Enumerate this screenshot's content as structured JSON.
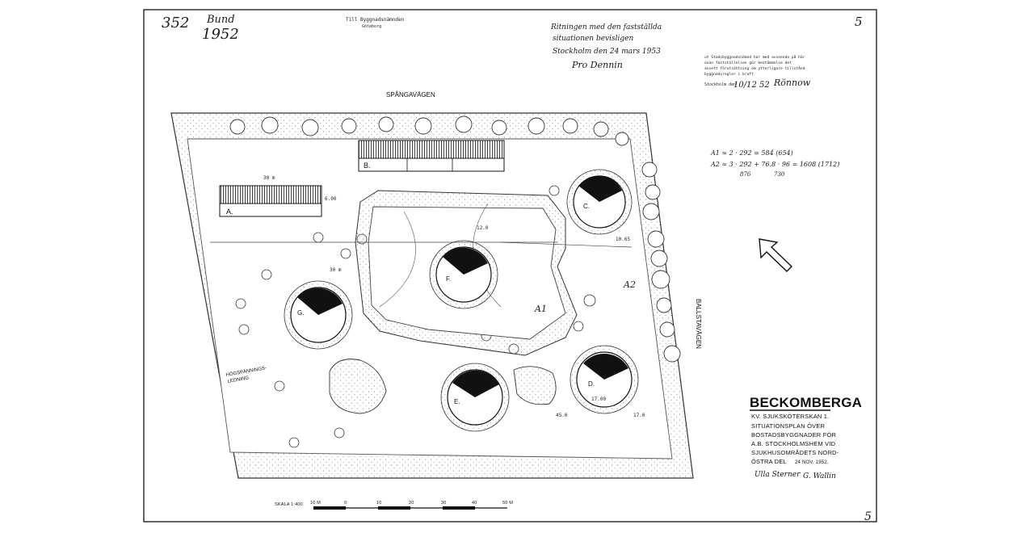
{
  "sheet": {
    "corner_number": "352",
    "corner_note": "Bund",
    "corner_year": "1952",
    "page_number": "5",
    "bottom_corner_mark": "5",
    "stamp_top": "Till Byggnadsnämnden",
    "stamp_city": "Göteborg"
  },
  "approval": {
    "line1": "Ritningen med den fastställda",
    "line2": "situationen bevisligen",
    "line3": "Stockholm den 24 mars 1953",
    "signature": "Pro Dennin"
  },
  "stamp_right": {
    "line1": "ut Stadsbyggnadsnämnd har med avseende på här",
    "line2": "ovan fastställelsen gör bestämmelse det",
    "line3": "avsett förutsättning om ytterligare tillstånd",
    "line4": "byggnadsregler i kraft",
    "line5": "Stockholm den",
    "date": "10/12 52",
    "signature": "Rönnow"
  },
  "calculation": {
    "line1": "A1 ≈ 2 · 292 = 584 (654)",
    "line2": "A2 ≈ 3 · 292 + 76.8 · 96 = 1608 (1712)",
    "under1": "876",
    "under2": "730"
  },
  "roads": {
    "north": "SPÅNGAVÄGEN",
    "east": "BALLSTAVÄGEN",
    "edge_note1": "HÖGSPÄNNINGS-",
    "edge_note2": "LEDNING"
  },
  "buildings": {
    "A": "A.",
    "B": "B.",
    "C": "C.",
    "D": "D.",
    "E": "E.",
    "F": "F.",
    "G": "G."
  },
  "areas": {
    "A1": "A1",
    "A2": "A2"
  },
  "dimensions": {
    "d30a": "30 m",
    "d12": "12.0",
    "d30b": "30 m",
    "d1065": "10.65",
    "d45": "45.0",
    "d170": "17.0",
    "d600": "6.00",
    "d1700": "17.00"
  },
  "title_block": {
    "title": "BECKOMBERGA",
    "line1": "KV. SJUKSKÖTERSKAN  1.",
    "line2": "SITUATIONSPLAN  ÖVER",
    "line3": "BOSTADSBYGGNADER  FÖR",
    "line4": "A.B. STOCKHOLMSHEM VID",
    "line5": "SJUKHUSOMRÅDETS NORD-",
    "line6": "ÖSTRA DEL",
    "date": "24 NOV. 1952.",
    "sig1": "Ulla Sterner",
    "sig2": "G. Wallin"
  },
  "scale": {
    "label": "SKALA 1:400",
    "ticks": [
      "10 M",
      "0",
      "10",
      "20",
      "30",
      "40",
      "50 M"
    ]
  }
}
